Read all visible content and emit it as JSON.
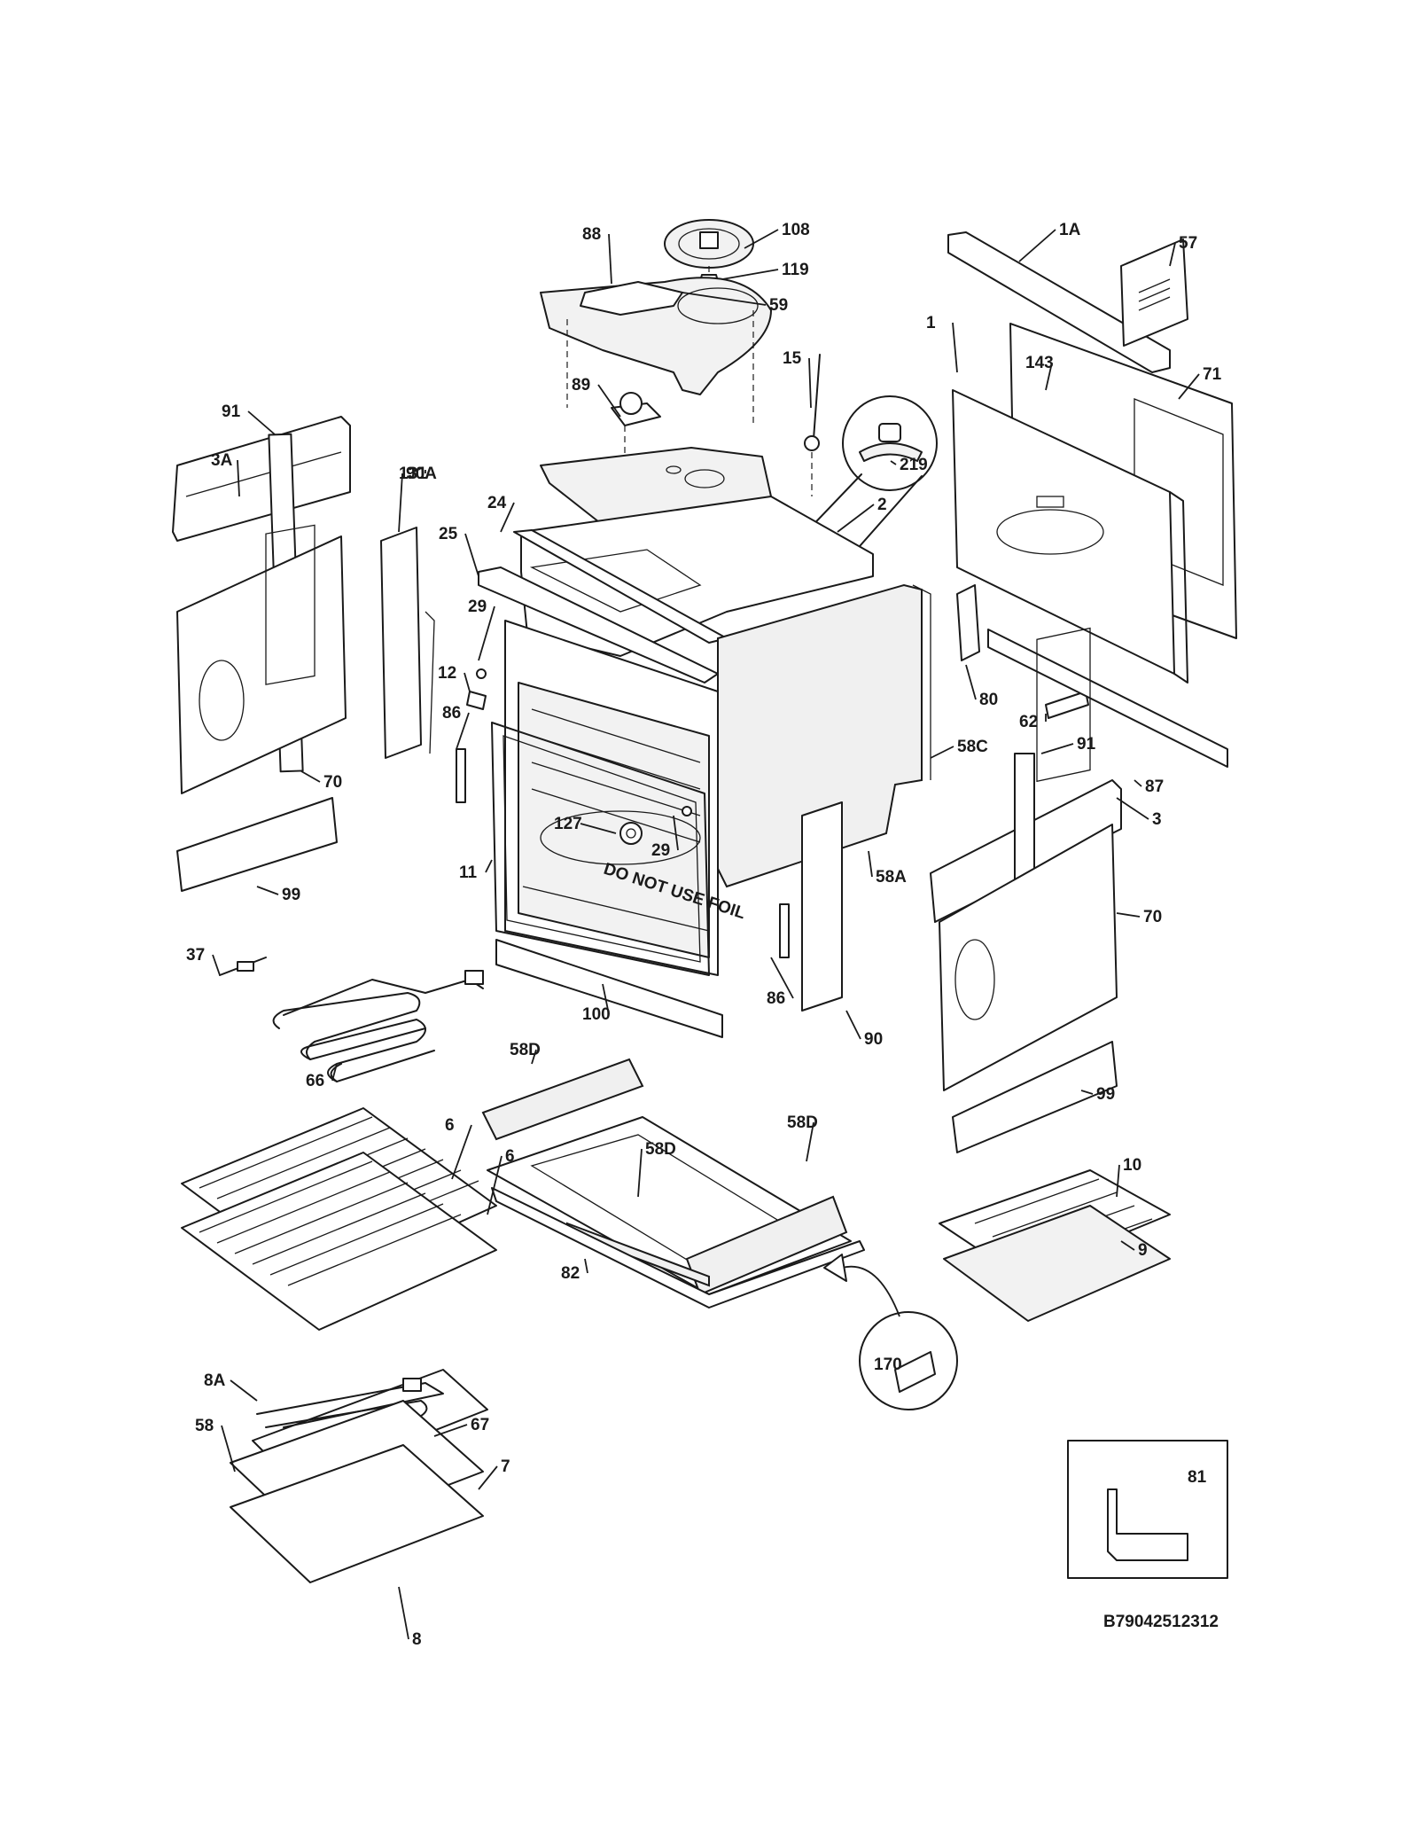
{
  "diagram": {
    "type": "exploded-parts-view",
    "subject": "wall oven body",
    "document_id": "B79042512312",
    "callouts": [
      "108",
      "88",
      "119",
      "1A",
      "57",
      "59",
      "1",
      "143",
      "71",
      "15",
      "89",
      "219",
      "91",
      "131",
      "3A",
      "90A",
      "24",
      "2",
      "25",
      "29",
      "12",
      "86",
      "80",
      "62",
      "58C",
      "91",
      "87",
      "3",
      "127",
      "29",
      "11",
      "70",
      "99",
      "58A",
      "70",
      "37",
      "86",
      "100",
      "90",
      "66",
      "58D",
      "58D",
      "58D",
      "6",
      "6",
      "82",
      "99",
      "10",
      "9",
      "170",
      "8A",
      "58",
      "67",
      "7",
      "81",
      "8"
    ],
    "embedded_text": "DO NOT USE FOIL"
  }
}
